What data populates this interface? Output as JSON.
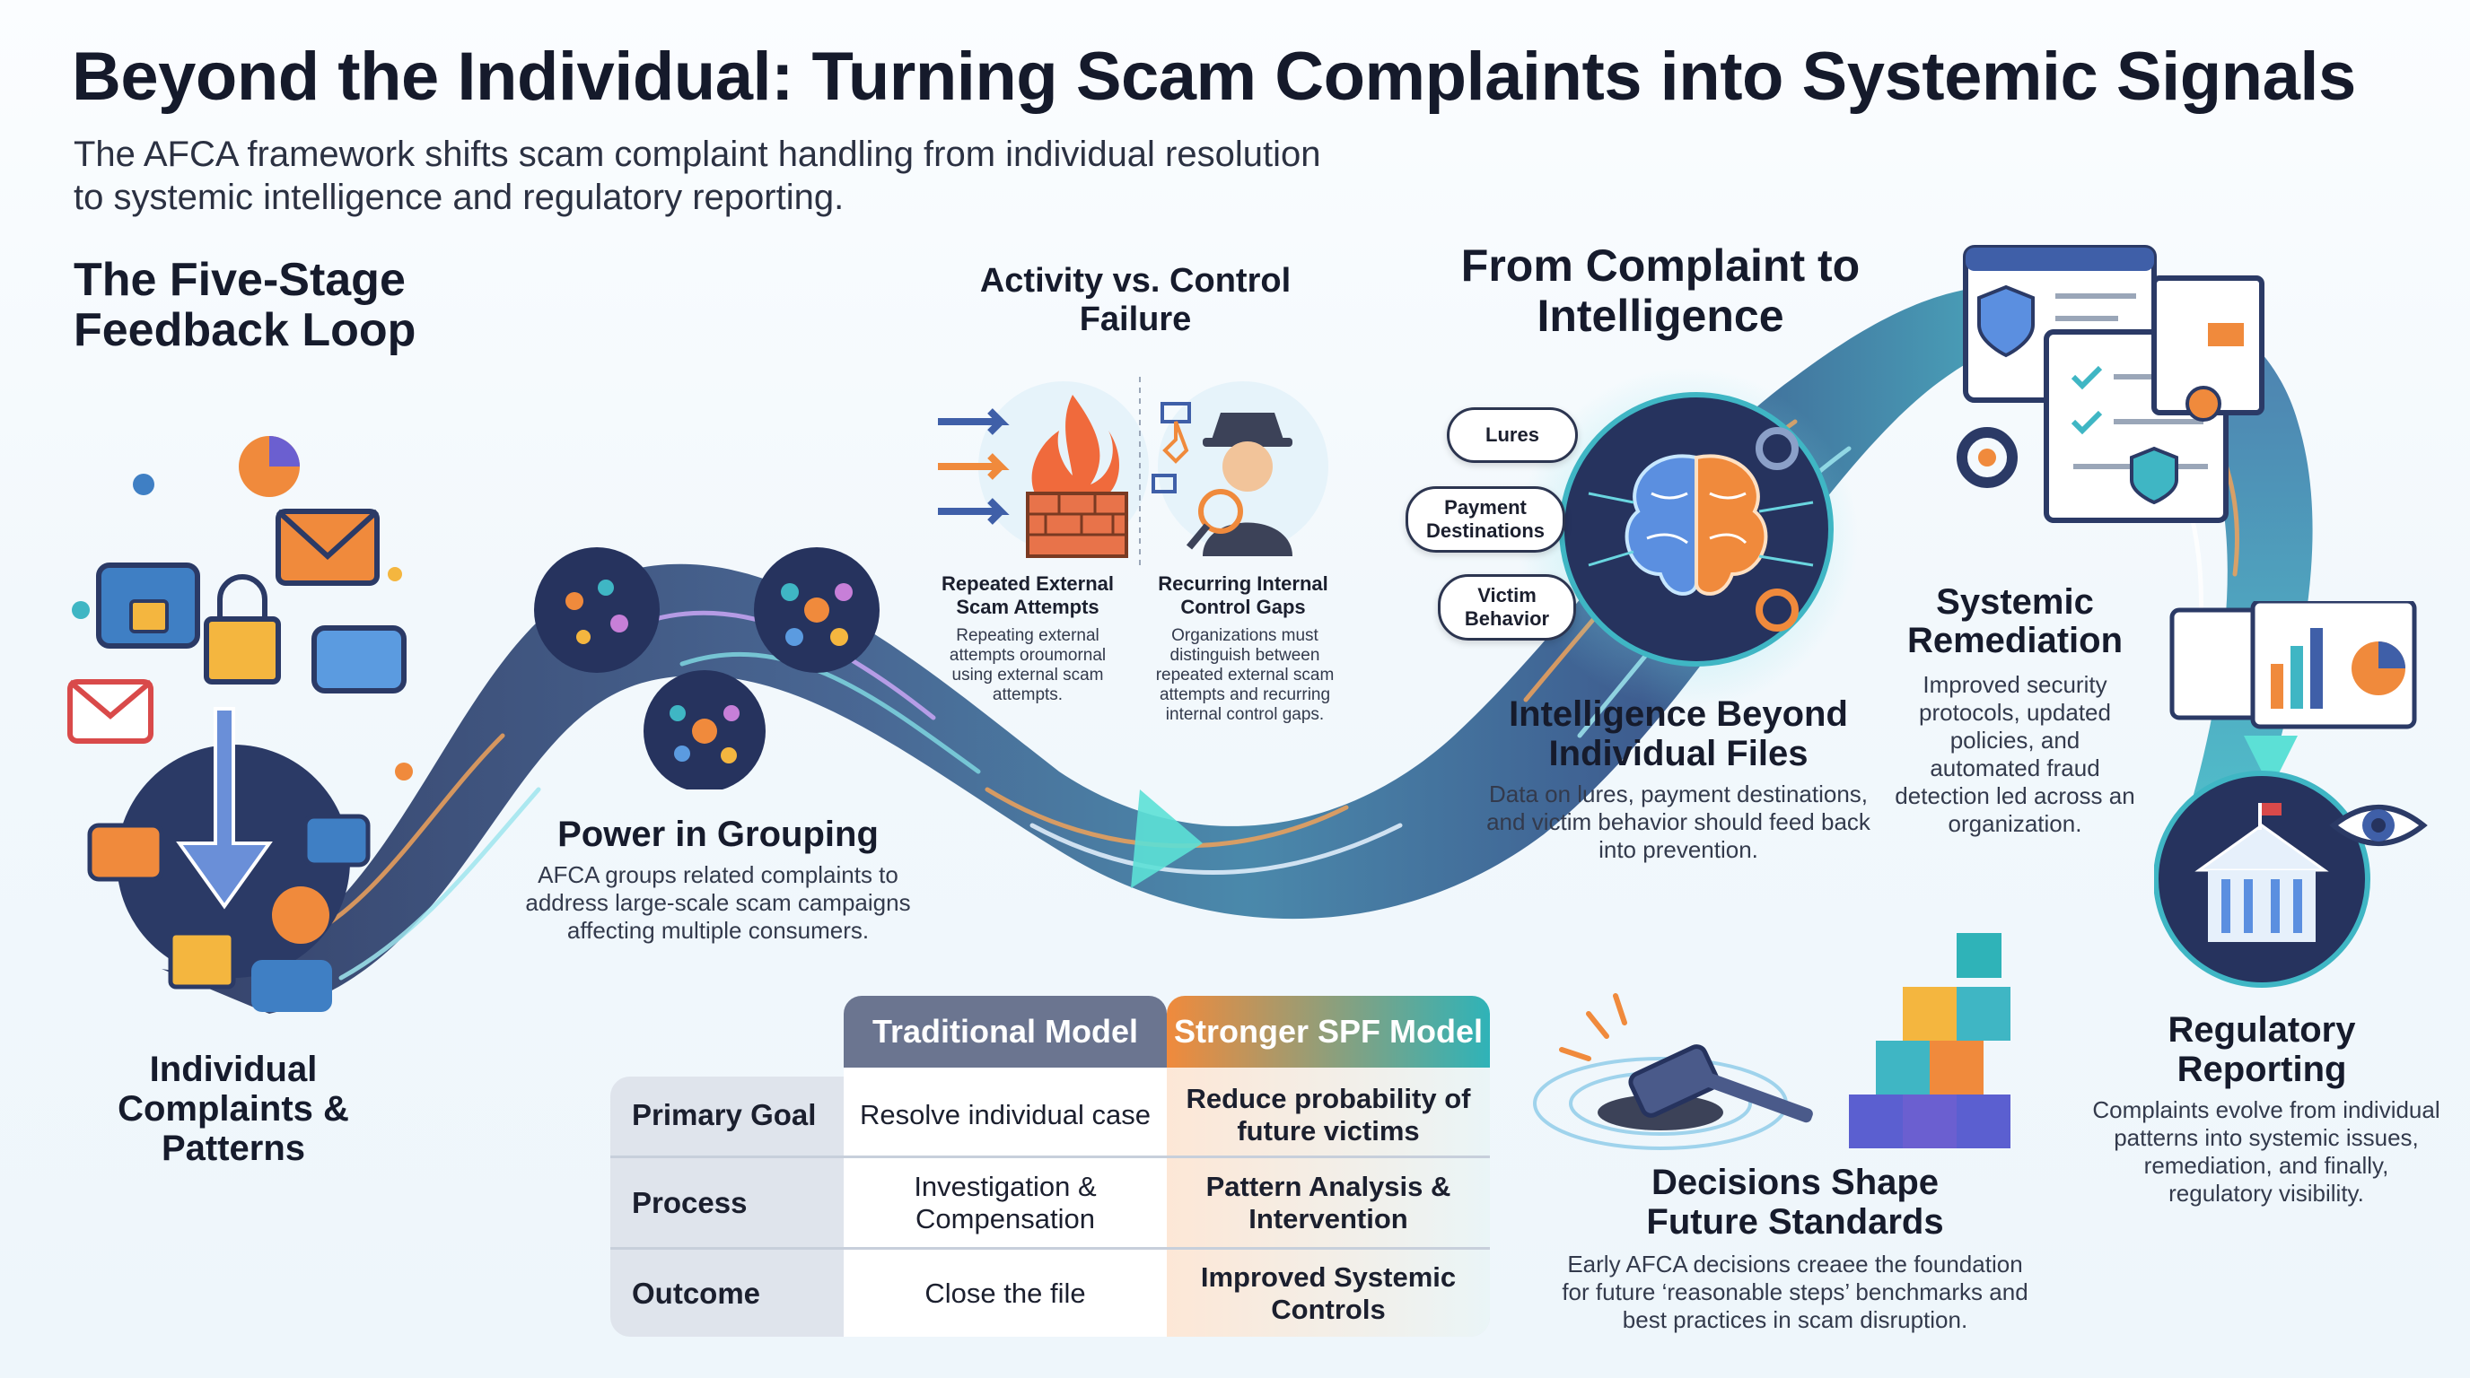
{
  "title": "Beyond the Individual: Turning Scam Complaints into Systemic Signals",
  "subtitle": "The AFCA framework shifts scam complaint handling from individual resolution to systemic intelligence and regulatory reporting.",
  "loop_heading": "The Five-Stage Feedback Loop",
  "colors": {
    "flow_dark": "#2b3a66",
    "flow_teal": "#3fb6c4",
    "traditional": "#6b7590",
    "spf_start": "#f08a3c",
    "spf_end": "#2fb3b8"
  },
  "stages": {
    "individual": {
      "title": "Individual Complaints & Patterns"
    },
    "grouping": {
      "title": "Power in Grouping",
      "desc": "AFCA groups related complaints to address large-scale scam campaigns affecting multiple consumers."
    },
    "activity": {
      "title": "Activity vs. Control Failure",
      "left_title": "Repeated External Scam Attempts",
      "left_desc": "Repeating external attempts oroumornal using external scam attempts.",
      "right_title": "Recurring Internal Control Gaps",
      "right_desc": "Organizations must distinguish between repeated external scam attempts and recurring internal control gaps."
    },
    "intelligence": {
      "heading": "From Complaint to Intelligence",
      "pills": [
        "Lures",
        "Payment Destinations",
        "Victim Behavior"
      ],
      "title": "Intelligence Beyond Individual Files",
      "desc": "Data on lures, payment destinations, and victim behavior should feed back into prevention."
    },
    "remediation": {
      "title": "Systemic Remediation",
      "desc": "Improved security protocols, updated policies, and automated fraud detection led across an organization."
    },
    "decisions": {
      "title": "Decisions Shape Future Standards",
      "desc": "Early AFCA decisions creaee the foundation for future ‘reasonable steps’ benchmarks and best practices in scam disruption."
    },
    "regulatory": {
      "title": "Regulatory Reporting",
      "desc": "Complaints evolve from individual patterns into systemic issues, remediation, and finally, regulatory visibility."
    }
  },
  "table": {
    "headers": [
      "Traditional Model",
      "Stronger SPF Model"
    ],
    "rows": [
      {
        "label": "Primary Goal",
        "traditional": "Resolve individual case",
        "spf": "Reduce probability of future victims"
      },
      {
        "label": "Process",
        "traditional": "Investigation & Compensation",
        "spf": "Pattern Analysis & Intervention"
      },
      {
        "label": "Outcome",
        "traditional": "Close the file",
        "spf": "Improved Systemic Controls"
      }
    ]
  }
}
